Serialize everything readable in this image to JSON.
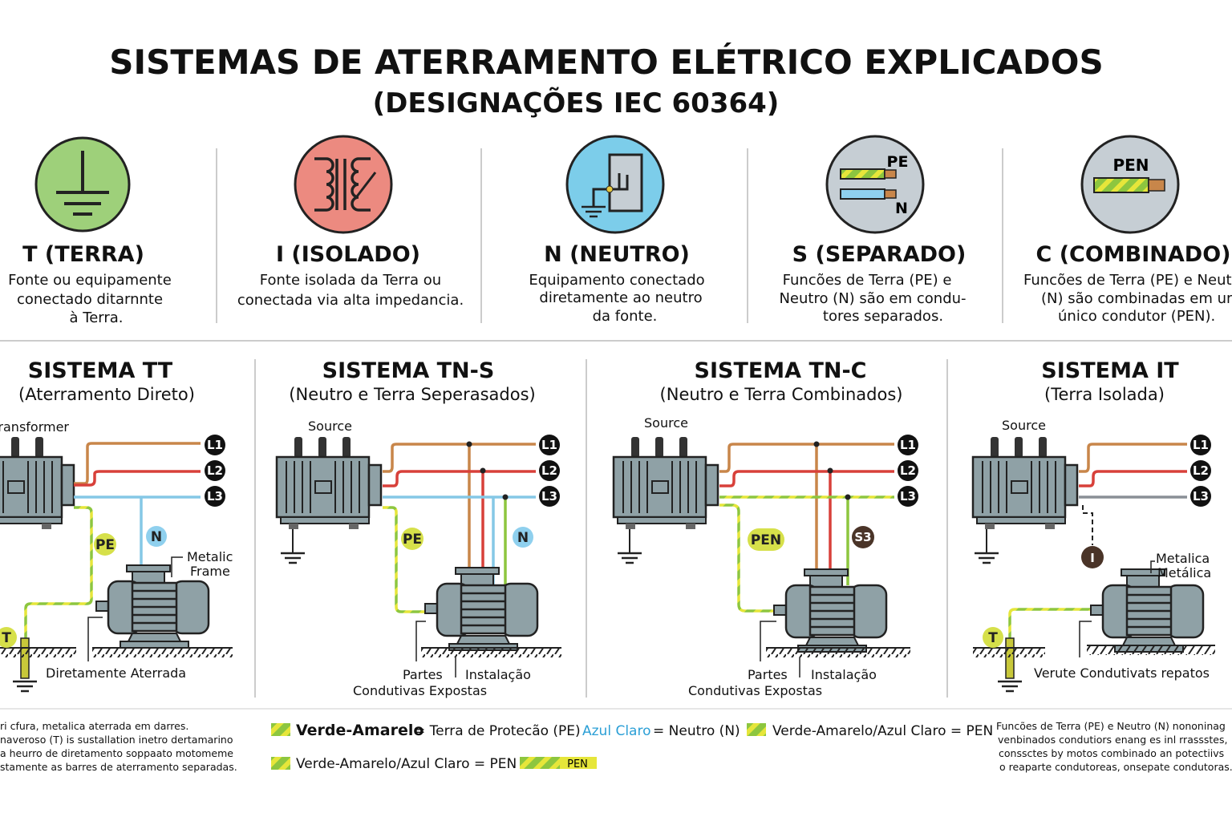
{
  "header": {
    "title": "SISTEMAS DE ATERRAMENTO ELÉTRICO EXPLICADOS",
    "subtitle": "(DESIGNAÇÕES IEC 60364)"
  },
  "categories": [
    {
      "label": "T (TERRA)",
      "lines": [
        "Fonte ou equipamente",
        "conectado ditarnnte",
        "à Terra."
      ],
      "icon": "earth-ground-icon",
      "color": "#9ed07a"
    },
    {
      "label": "I (ISOLADO)",
      "lines": [
        "Fonte isolada da Terra ou",
        "conectada via alta impedancia."
      ],
      "icon": "transformer-icon",
      "color": "#ec8a80"
    },
    {
      "label": "N (NEUTRO)",
      "lines": [
        "Equipamento conectado",
        "diretamente ao neutro",
        "da fonte."
      ],
      "icon": "neutral-connection-icon",
      "color": "#7ccdea"
    },
    {
      "label": "S (SEPARADO)",
      "lines": [
        "Funcões de Terra (PE) e",
        "Neutro (N) são em condu-",
        "tores separados."
      ],
      "icon": "separate-conductors-icon",
      "color": "#c6ced4",
      "tags": [
        "PE",
        "N"
      ]
    },
    {
      "label": "C (COMBINADO)",
      "lines": [
        "Funcões de Terra (PE) e Neutro",
        "(N) são combinadas em um",
        "único condutor (PEN)."
      ],
      "icon": "combined-conductor-icon",
      "color": "#c6ced4",
      "tags": [
        "PEN"
      ]
    }
  ],
  "systems": [
    {
      "title": "SISTEMA TT",
      "subtitle": "(Aterramento Direto)",
      "source": "Transformer",
      "phases": [
        "L1",
        "L2",
        "L3"
      ],
      "tags": [
        "PE",
        "N",
        "T"
      ],
      "frame": [
        "Metalic",
        "Frame"
      ],
      "note": "Diretamente Aterrada"
    },
    {
      "title": "SISTEMA TN-S",
      "subtitle": "(Neutro e Terra Seperasados)",
      "source": "Source",
      "phases": [
        "L1",
        "L2",
        "L3"
      ],
      "tags": [
        "PE",
        "N"
      ],
      "note1": "Partes",
      "note2": "Instalação",
      "note3": "Condutivas Expostas"
    },
    {
      "title": "SISTEMA TN-C",
      "subtitle": "(Neutro e Terra Combinados)",
      "source": "Source",
      "phases": [
        "L1",
        "L2",
        "L3"
      ],
      "tags": [
        "PEN",
        "S3"
      ],
      "note1": "Partes",
      "note2": "Instalação",
      "note3": "Condutivas Expostas"
    },
    {
      "title": "SISTEMA IT",
      "subtitle": "(Terra Isolada)",
      "source": "Source",
      "phases": [
        "L1",
        "L2",
        "L3"
      ],
      "tags": [
        "I",
        "T"
      ],
      "frame": [
        "Metalica",
        "Metálica"
      ],
      "note": "Verute Condutivats repatos"
    }
  ],
  "legend": {
    "left_text": [
      "ri cfura, metalica aterrada em darres.",
      "naveroso (T) is sustallation inetro dertamarino",
      "a heurro de diretamento soppaato motomeme",
      "stamente as barres de aterramento separadas."
    ],
    "item1_bold": "Verde-Amarelo",
    "item1_rest": "= Terra de Protecão (PE)",
    "item2_colored": "Azul Claro",
    "item2_rest": "= Neutro (N)",
    "item3": "Verde-Amarelo/Azul Claro = PEN",
    "item4": "Verde-Amarelo/Azul Claro = PEN",
    "pen_bar": "PEN",
    "right_text": [
      "Funcões de Terra (PE) e Neutro (N) nononinag",
      "venbinados condutiors enang es inl rrassstes,",
      "conssctes by motos combinado an potectiivs",
      "o reaparte condutoreas, onsepate condutoras."
    ]
  },
  "colors": {
    "L1": "#c8864a",
    "L2": "#d8403a",
    "L3": "#85c8e6",
    "pe_green": "#8dc63f",
    "pe_yellow": "#e6e63a",
    "neutral": "#8fd0ee",
    "equipment": "#8fa1a6",
    "neutral_text": "#2b9fd6"
  }
}
